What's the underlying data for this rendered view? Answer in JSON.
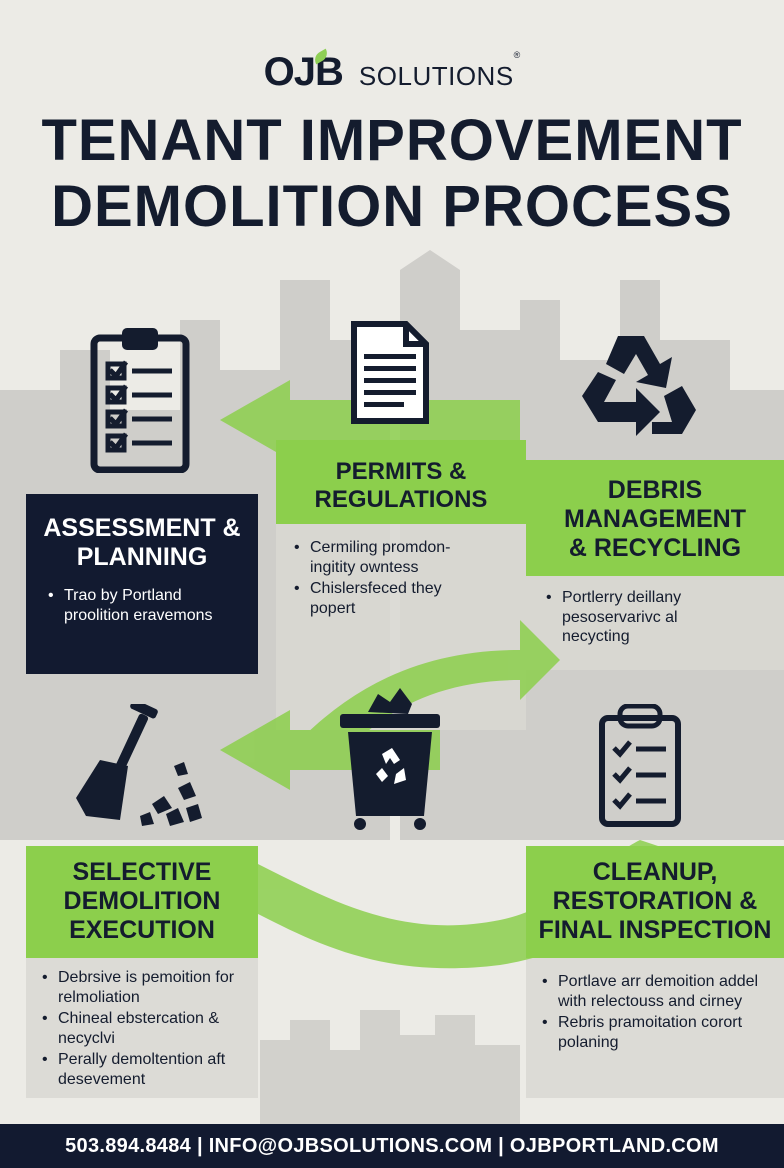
{
  "brand": {
    "logo_mark": "OJB",
    "logo_word": "SOLUTIONS",
    "registered": "®"
  },
  "title": {
    "line1": "TENANT IMPROVEMENT",
    "line2": "DEMOLITION PROCESS"
  },
  "sections": {
    "assessment": {
      "title_line1": "ASSESSMENT &",
      "title_line2": "PLANNING",
      "bullets": [
        "Trao by Portland proolition eravemons"
      ],
      "icon": "clipboard-checklist-icon"
    },
    "permits": {
      "title_line1": "PERMITS &",
      "title_line2": "REGULATIONS",
      "bullets": [
        "Cermiling promdon-ingitity owntess",
        "Chislersfeced they popert"
      ],
      "icon": "document-icon"
    },
    "debris": {
      "title_line1": "DEBRIS",
      "title_line2": "MANAGEMENT",
      "title_line3": "& RECYCLING",
      "bullets": [
        "Portlerry deillany pesoservarivc al necycting"
      ],
      "icon": "recycle-icon"
    },
    "selective": {
      "title_line1": "SELECTIVE",
      "title_line2": "DEMOLITION",
      "title_line3": "EXECUTION",
      "bullets": [
        "Debrsive is pemoition for relmoliation",
        "Chineal ebstercation & necyclvi",
        "Perally demoltention aft desevement"
      ],
      "icon": "shovel-debris-icon"
    },
    "cleanup": {
      "title_line1": "CLEANUP,",
      "title_line2": "RESTORATION &",
      "title_line3": "FINAL INSPECTION",
      "bullets": [
        "Portlave arr demoition addel with relectouss and cirney",
        "Rebris pramoitation corort polaning"
      ],
      "icon": "checklist-clipboard-icon"
    },
    "center": {
      "icon": "recycling-bin-icon"
    }
  },
  "footer": {
    "phone": "503.894.8484",
    "email": "INFO@OJBSOLUTIONS.COM",
    "website": "OJBPORTLAND.COM",
    "separator": "|"
  },
  "colors": {
    "navy": "#121a30",
    "green": "#8ccf4c",
    "gray": "#d9d8d2",
    "background": "#ecebe6"
  }
}
